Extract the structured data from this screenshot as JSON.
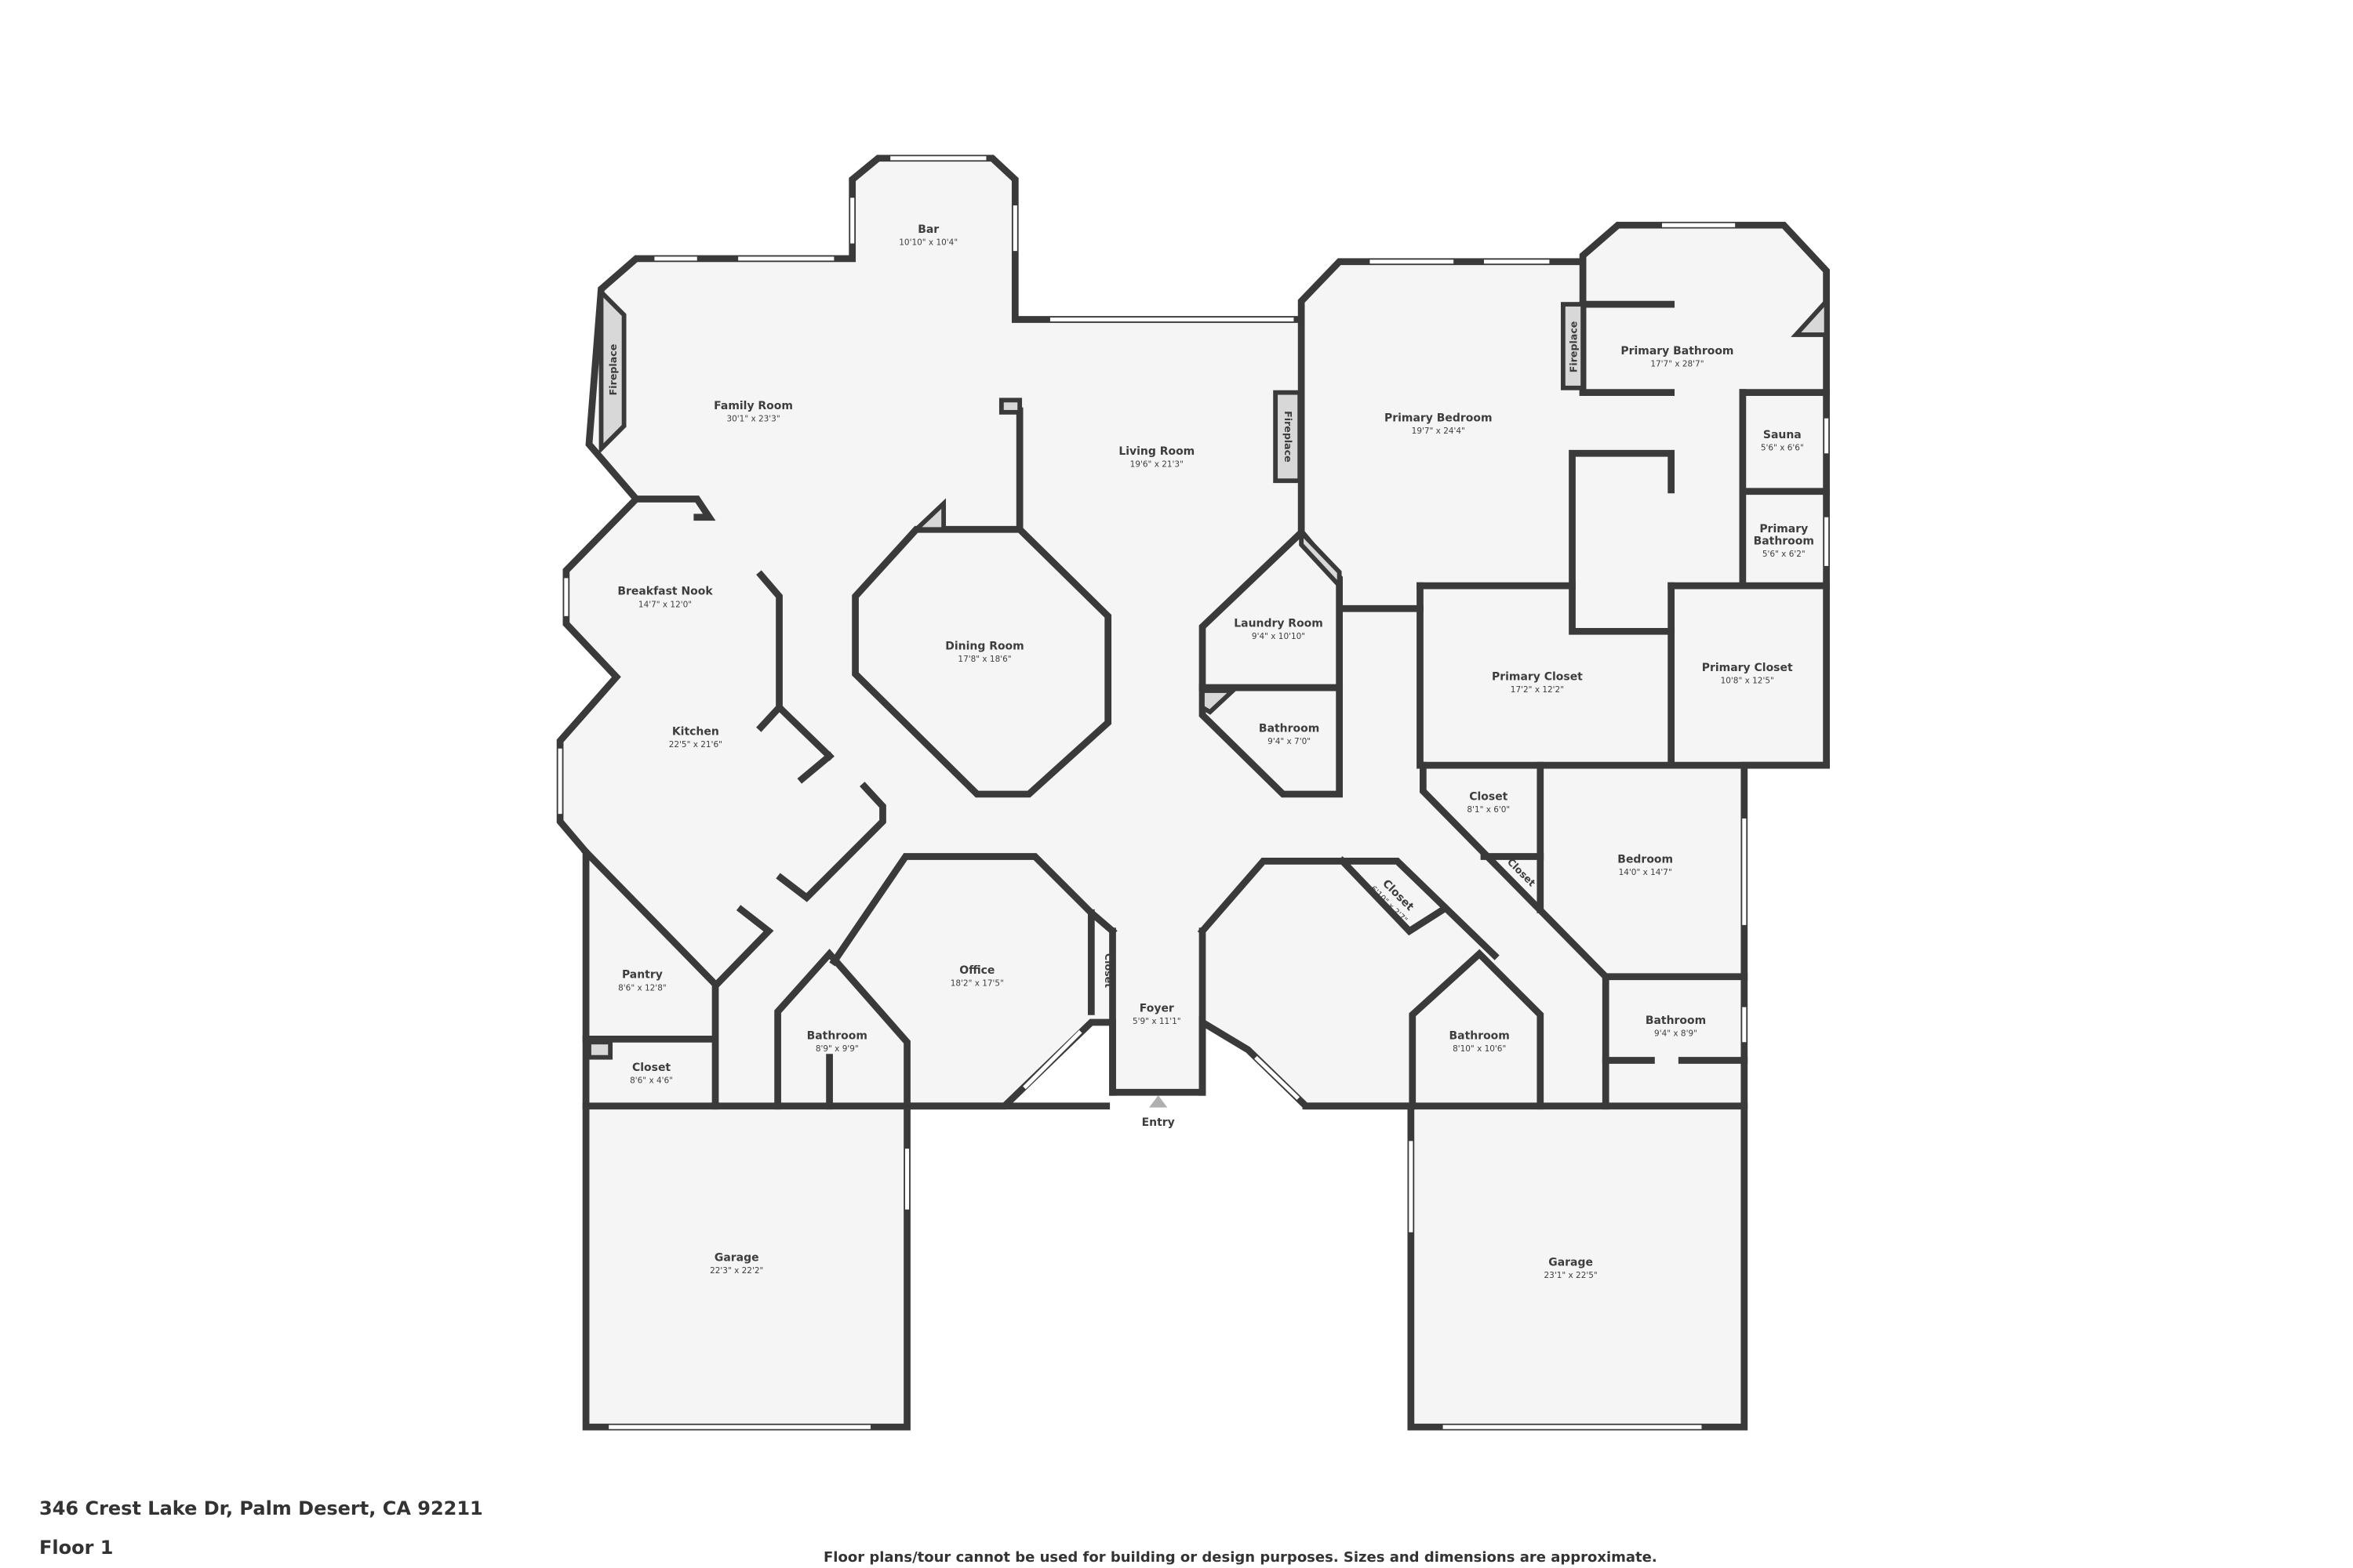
{
  "plan": {
    "rooms": [
      {
        "name": "Bar",
        "dims": "10'10\" x 10'4\""
      },
      {
        "name": "Family Room",
        "dims": "30'1\" x 23'3\""
      },
      {
        "name": "Living Room",
        "dims": "19'6\" x 21'3\""
      },
      {
        "name": "Primary Bedroom",
        "dims": "19'7\" x 24'4\""
      },
      {
        "name": "Primary Bathroom",
        "dims": "17'7\" x 28'7\""
      },
      {
        "name": "Sauna",
        "dims": "5'6\" x 6'6\""
      },
      {
        "name": "Primary Bathroom",
        "dims": "5'6\" x 6'2\""
      },
      {
        "name": "Breakfast Nook",
        "dims": "14'7\" x 12'0\""
      },
      {
        "name": "Dining Room",
        "dims": "17'8\" x 18'6\""
      },
      {
        "name": "Laundry Room",
        "dims": "9'4\" x 10'10\""
      },
      {
        "name": "Primary Closet",
        "dims": "17'2\" x 12'2\""
      },
      {
        "name": "Primary Closet",
        "dims": "10'8\" x 12'5\""
      },
      {
        "name": "Kitchen",
        "dims": "22'5\" x 21'6\""
      },
      {
        "name": "Bathroom",
        "dims": "9'4\" x 7'0\""
      },
      {
        "name": "Closet",
        "dims": "8'1\" x 6'0\""
      },
      {
        "name": "Bedroom",
        "dims": "14'0\" x 14'7\""
      },
      {
        "name": "Pantry",
        "dims": "8'6\" x 12'8\""
      },
      {
        "name": "Office",
        "dims": "18'2\" x 17'5\""
      },
      {
        "name": "Foyer",
        "dims": "5'9\" x 11'1\""
      },
      {
        "name": "Bathroom",
        "dims": "8'9\" x 9'9\""
      },
      {
        "name": "Bathroom",
        "dims": "8'10\" x 10'6\""
      },
      {
        "name": "Bathroom",
        "dims": "9'4\" x 8'9\""
      },
      {
        "name": "Closet",
        "dims": "8'6\" x 4'6\""
      },
      {
        "name": "Garage",
        "dims": "22'3\" x 22'2\""
      },
      {
        "name": "Garage",
        "dims": "23'1\" x 22'5\""
      },
      {
        "name": "Closet",
        "dims": "6'10\" x 2'7\""
      }
    ],
    "labels": {
      "fireplace": "Fireplace",
      "closet": "Closet",
      "entry": "Entry"
    }
  },
  "footer": {
    "address": "346 Crest Lake Dr, Palm Desert, CA 92211",
    "floor": "Floor 1",
    "disclaimer": "Floor plans/tour cannot be used for building or design purposes. Sizes and dimensions are approximate."
  }
}
